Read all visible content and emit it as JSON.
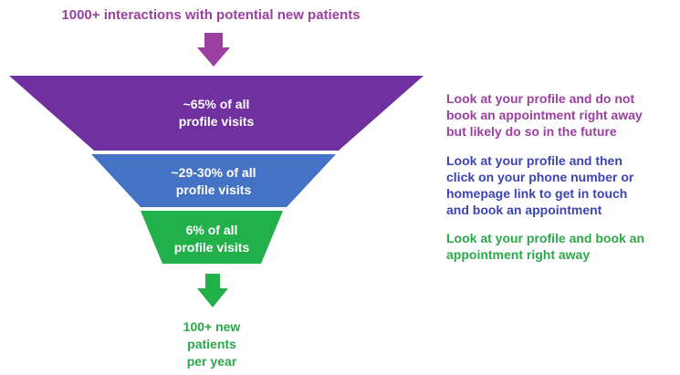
{
  "top_label": "1000+ interactions with potential new patients",
  "stages": [
    {
      "label_lines": [
        "~65% of all",
        "profile visits"
      ],
      "color": "#7030a0",
      "description_lines": [
        "Look at your profile and do not",
        "book an appointment right away",
        "but likely do so in the future"
      ],
      "description_color": "#9b3fa0"
    },
    {
      "label_lines": [
        "~29-30% of all",
        "profile visits"
      ],
      "color": "#4472c4",
      "description_lines": [
        "Look at your profile and then",
        "click on your phone number or",
        "homepage link to get in touch",
        "and book an appointment"
      ],
      "description_color": "#3b44b0"
    },
    {
      "label_lines": [
        "6% of all",
        "profile visits"
      ],
      "color": "#22b04b",
      "description_lines": [
        "Look at your profile and book an",
        "appointment right away"
      ],
      "description_color": "#2aa84a"
    }
  ],
  "bottom_label_lines": [
    "100+ new",
    "patients",
    "per year"
  ],
  "colors": {
    "top_arrow": "#9b3fa0",
    "bottom_arrow": "#22b04b"
  },
  "icons": {
    "top_arrow": "arrow-down-icon",
    "bottom_arrow": "arrow-down-icon"
  }
}
